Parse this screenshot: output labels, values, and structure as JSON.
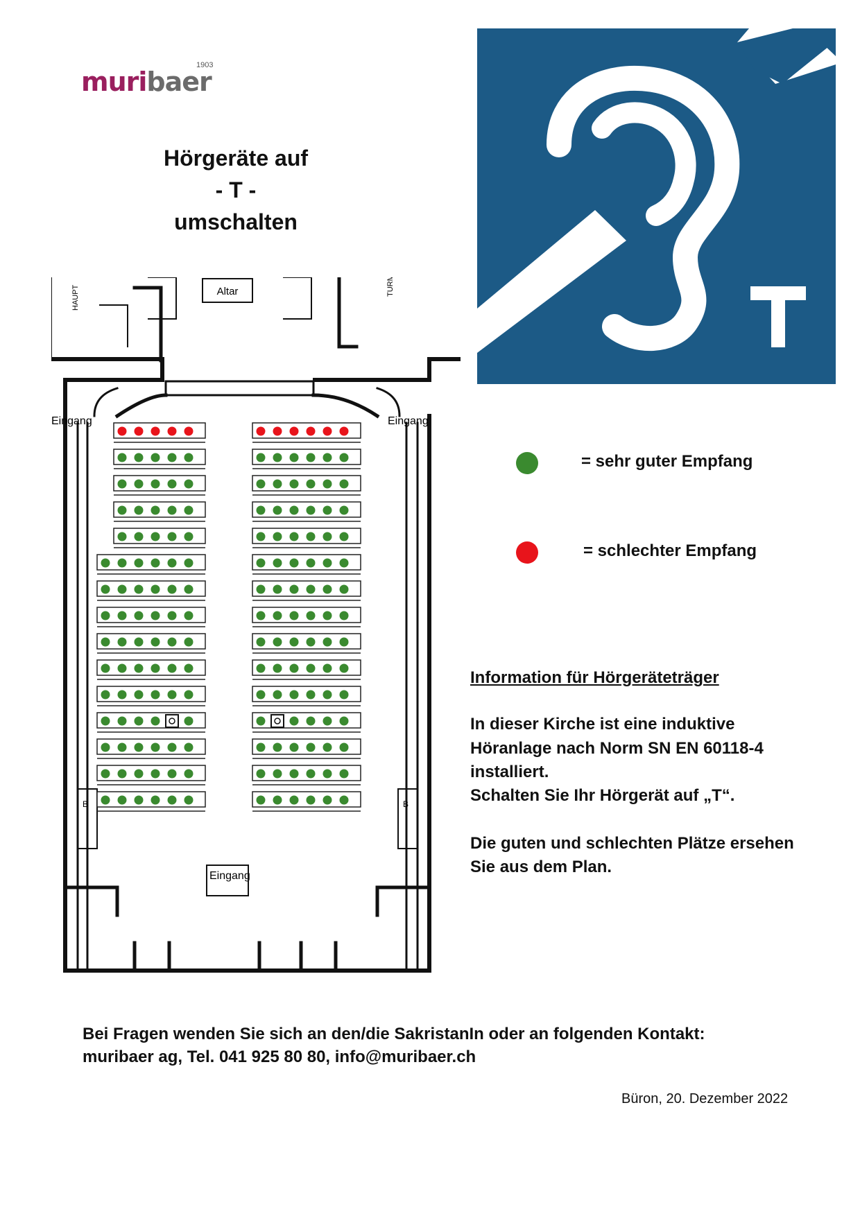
{
  "logo": {
    "brand_part1": "muri",
    "brand_part2": "baer",
    "year": "1903"
  },
  "title": {
    "line1": "Hörgeräte auf",
    "line2": "- T -",
    "line3": "umschalten"
  },
  "sign": {
    "letter": "T",
    "background_color": "#1c5a86",
    "foreground_color": "#ffffff"
  },
  "legend": {
    "good": {
      "label": "= sehr guter Empfang",
      "color": "#3a8a2f"
    },
    "bad": {
      "label": "= schlechter Empfang",
      "color": "#e8141b"
    }
  },
  "floorplan": {
    "labels": {
      "haupt": "HAUPT",
      "turm": "TURM",
      "altar": "Altar",
      "entrance_left": "Eingang",
      "entrance_right": "Eingang",
      "entrance_bottom": "Eingang",
      "b_left": "B",
      "b_right": "B"
    },
    "left_pews": [
      {
        "seats": [
          "bad",
          "bad",
          "bad",
          "bad",
          "bad"
        ]
      },
      {
        "seats": [
          "good",
          "good",
          "good",
          "good",
          "good"
        ]
      },
      {
        "seats": [
          "good",
          "good",
          "good",
          "good",
          "good"
        ]
      },
      {
        "seats": [
          "good",
          "good",
          "good",
          "good",
          "good"
        ]
      },
      {
        "seats": [
          "good",
          "good",
          "good",
          "good",
          "good"
        ]
      },
      {
        "seats": [
          "good",
          "good",
          "good",
          "good",
          "good",
          "good"
        ]
      },
      {
        "seats": [
          "good",
          "good",
          "good",
          "good",
          "good",
          "good"
        ]
      },
      {
        "seats": [
          "good",
          "good",
          "good",
          "good",
          "good",
          "good"
        ]
      },
      {
        "seats": [
          "good",
          "good",
          "good",
          "good",
          "good",
          "good"
        ]
      },
      {
        "seats": [
          "good",
          "good",
          "good",
          "good",
          "good",
          "good"
        ]
      },
      {
        "seats": [
          "good",
          "good",
          "good",
          "good",
          "good",
          "good"
        ]
      },
      {
        "seats": [
          "good",
          "good",
          "good",
          "good",
          "speaker",
          "good"
        ]
      },
      {
        "seats": [
          "good",
          "good",
          "good",
          "good",
          "good",
          "good"
        ]
      },
      {
        "seats": [
          "good",
          "good",
          "good",
          "good",
          "good",
          "good"
        ]
      },
      {
        "seats": [
          "good",
          "good",
          "good",
          "good",
          "good",
          "good"
        ]
      }
    ],
    "right_pews": [
      {
        "seats": [
          "bad",
          "bad",
          "bad",
          "bad",
          "bad",
          "bad"
        ]
      },
      {
        "seats": [
          "good",
          "good",
          "good",
          "good",
          "good",
          "good"
        ]
      },
      {
        "seats": [
          "good",
          "good",
          "good",
          "good",
          "good",
          "good"
        ]
      },
      {
        "seats": [
          "good",
          "good",
          "good",
          "good",
          "good",
          "good"
        ]
      },
      {
        "seats": [
          "good",
          "good",
          "good",
          "good",
          "good",
          "good"
        ]
      },
      {
        "seats": [
          "good",
          "good",
          "good",
          "good",
          "good",
          "good"
        ]
      },
      {
        "seats": [
          "good",
          "good",
          "good",
          "good",
          "good",
          "good"
        ]
      },
      {
        "seats": [
          "good",
          "good",
          "good",
          "good",
          "good",
          "good"
        ]
      },
      {
        "seats": [
          "good",
          "good",
          "good",
          "good",
          "good",
          "good"
        ]
      },
      {
        "seats": [
          "good",
          "good",
          "good",
          "good",
          "good",
          "good"
        ]
      },
      {
        "seats": [
          "good",
          "good",
          "good",
          "good",
          "good",
          "good"
        ]
      },
      {
        "seats": [
          "good",
          "speaker",
          "good",
          "good",
          "good",
          "good"
        ]
      },
      {
        "seats": [
          "good",
          "good",
          "good",
          "good",
          "good",
          "good"
        ]
      },
      {
        "seats": [
          "good",
          "good",
          "good",
          "good",
          "good",
          "good"
        ]
      },
      {
        "seats": [
          "good",
          "good",
          "good",
          "good",
          "good",
          "good"
        ]
      }
    ]
  },
  "info": {
    "heading": "Information für Hörgeräteträger",
    "lines": [
      "In dieser Kirche ist eine induktive",
      "Höranlage nach Norm SN EN 60118-4",
      "installiert.",
      "Schalten Sie Ihr Hörgerät auf „T“.",
      "",
      "Die guten und schlechten Plätze ersehen",
      "Sie aus dem Plan."
    ]
  },
  "footer": {
    "line1": "Bei Fragen wenden Sie sich an den/die SakristanIn oder an folgenden Kontakt:",
    "line2": "muribaer ag, Tel. 041 925 80 80, info@muribaer.ch",
    "date": "Büron, 20. Dezember 2022"
  }
}
